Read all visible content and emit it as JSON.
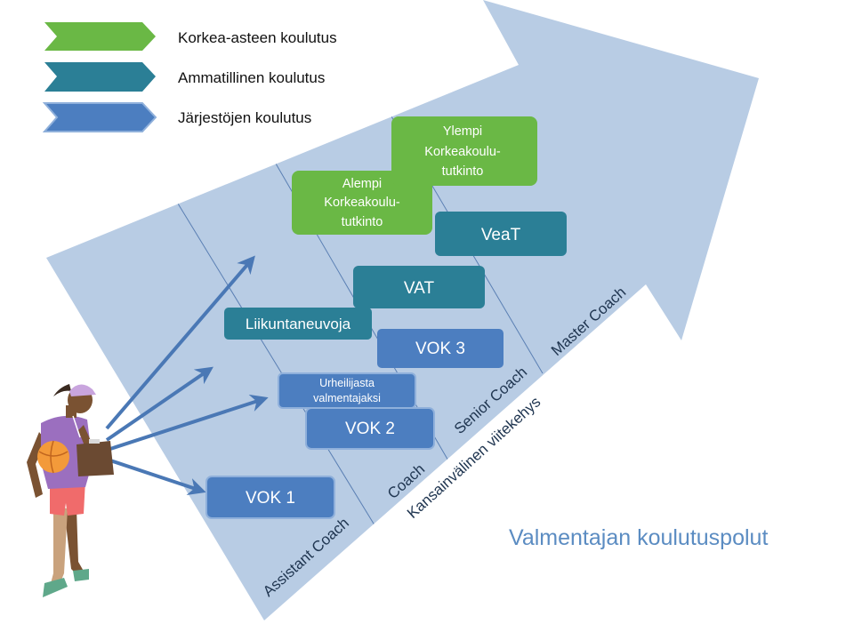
{
  "colors": {
    "arrow_fill": "#b8cce4",
    "divider": "#5a7fb3",
    "higher_edu": "#6ab845",
    "vocational": "#2b7f96",
    "organisational": "#4c7ec0",
    "arrow_line": "#4a78b5",
    "title": "#5b8cc2"
  },
  "legend": [
    {
      "label": "Korkea-asteen koulutus",
      "color_key": "higher_edu"
    },
    {
      "label": "Ammatillinen koulutus",
      "color_key": "vocational"
    },
    {
      "label": "Järjestöjen koulutus",
      "color_key": "organisational"
    }
  ],
  "tiers": [
    "Assistant Coach",
    "Coach",
    "Senior Coach",
    "Master Coach"
  ],
  "framework_label": "Kansainvälinen viitekehys",
  "boxes": {
    "vok1": "VOK 1",
    "vok2": "VOK 2",
    "urheilijasta": [
      "Urheilijasta",
      "valmentajaksi"
    ],
    "vok3": "VOK 3",
    "liikuntaneuvoja": "Liikuntaneuvoja",
    "vat": "VAT",
    "veat": "VeaT",
    "alempi": [
      "Alempi",
      "Korkeakoulu-",
      "tutkinto"
    ],
    "ylempi": [
      "Ylempi",
      "Korkeakoulu-",
      "tutkinto"
    ]
  },
  "title": "Valmentajan koulutuspolut",
  "figure": "coach-with-ball-and-clipboard"
}
